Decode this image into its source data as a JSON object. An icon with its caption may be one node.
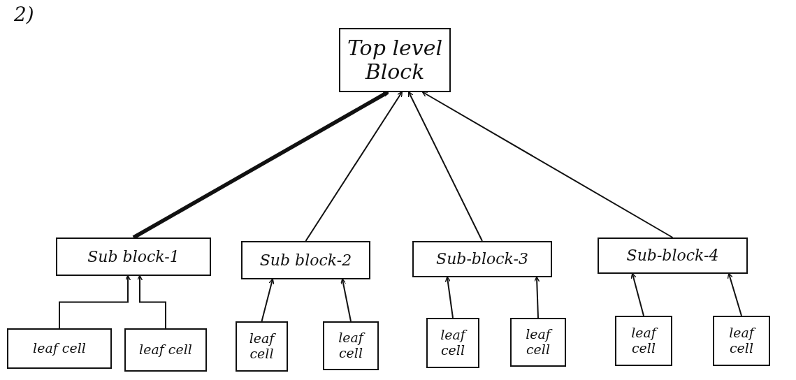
{
  "diagram": {
    "nodes": [
      {
        "text": [
          "Top level Block"
        ]
      },
      {
        "text": [
          "Sub block-1"
        ]
      },
      {
        "text": [
          "Sub block-2"
        ]
      },
      {
        "text": [
          "Sub-block-3"
        ]
      },
      {
        "text": [
          "Sub-block-4"
        ]
      },
      {
        "text": [
          "leaf cell"
        ]
      },
      {
        "text": [
          "leaf cell"
        ]
      },
      {
        "text": [
          "leaf cell"
        ]
      },
      {
        "text": [
          "leaf cell"
        ]
      },
      {
        "text": [
          "leaf cell"
        ]
      },
      {
        "text": [
          "leaf cell"
        ]
      },
      {
        "text": [
          "leaf cell"
        ]
      },
      {
        "text": [
          "leaf cell"
        ]
      }
    ],
    "edges": [
      {
        "from": 1,
        "to": 0,
        "arrow": "to",
        "style": "thick"
      },
      {
        "from": 2,
        "to": 0,
        "arrow": "to"
      },
      {
        "from": 3,
        "to": 0,
        "arrow": "to"
      },
      {
        "from": 4,
        "to": 0,
        "arrow": "to"
      },
      {
        "from": 5,
        "to": 1,
        "arrow": "to"
      },
      {
        "from": 6,
        "to": 1,
        "arrow": "to"
      },
      {
        "from": 7,
        "to": 2,
        "arrow": "to"
      },
      {
        "from": 8,
        "to": 2,
        "arrow": "to"
      },
      {
        "from": 9,
        "to": 3,
        "arrow": "to"
      },
      {
        "from": 10,
        "to": 3,
        "arrow": "to"
      },
      {
        "from": 11,
        "to": 4,
        "arrow": "to"
      },
      {
        "from": 12,
        "to": 4,
        "arrow": "to"
      }
    ],
    "labels": [
      "2)"
    ]
  }
}
